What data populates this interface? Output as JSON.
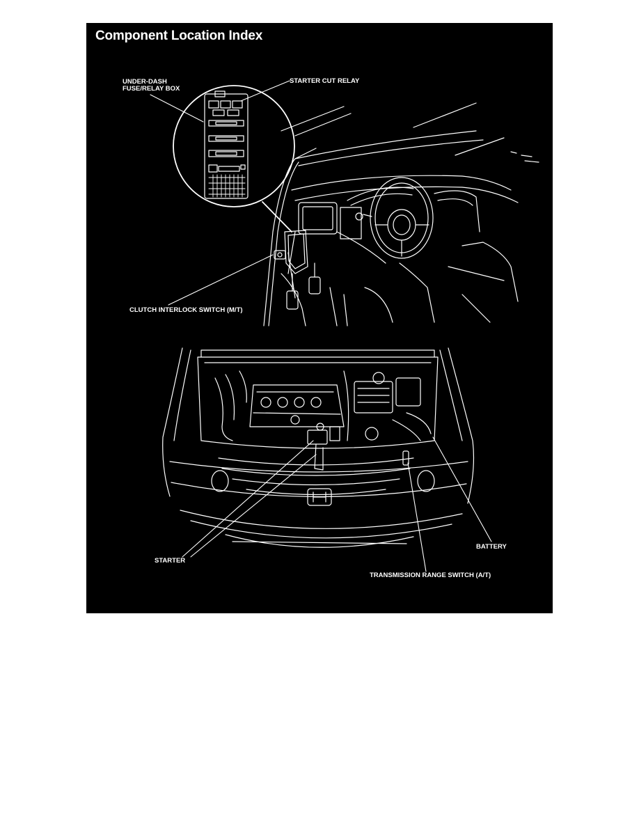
{
  "title": "Component Location Index",
  "labels": {
    "under_dash_line1": "UNDER-DASH",
    "under_dash_line2": "FUSE/RELAY BOX",
    "starter_cut_relay": "STARTER CUT RELAY",
    "clutch_interlock": "CLUTCH INTERLOCK SWITCH (M/T)",
    "battery": "BATTERY",
    "starter": "STARTER",
    "transmission_range": "TRANSMISSION RANGE SWITCH (A/T)"
  },
  "colors": {
    "background": "#000000",
    "line_art": "#ffffff"
  }
}
